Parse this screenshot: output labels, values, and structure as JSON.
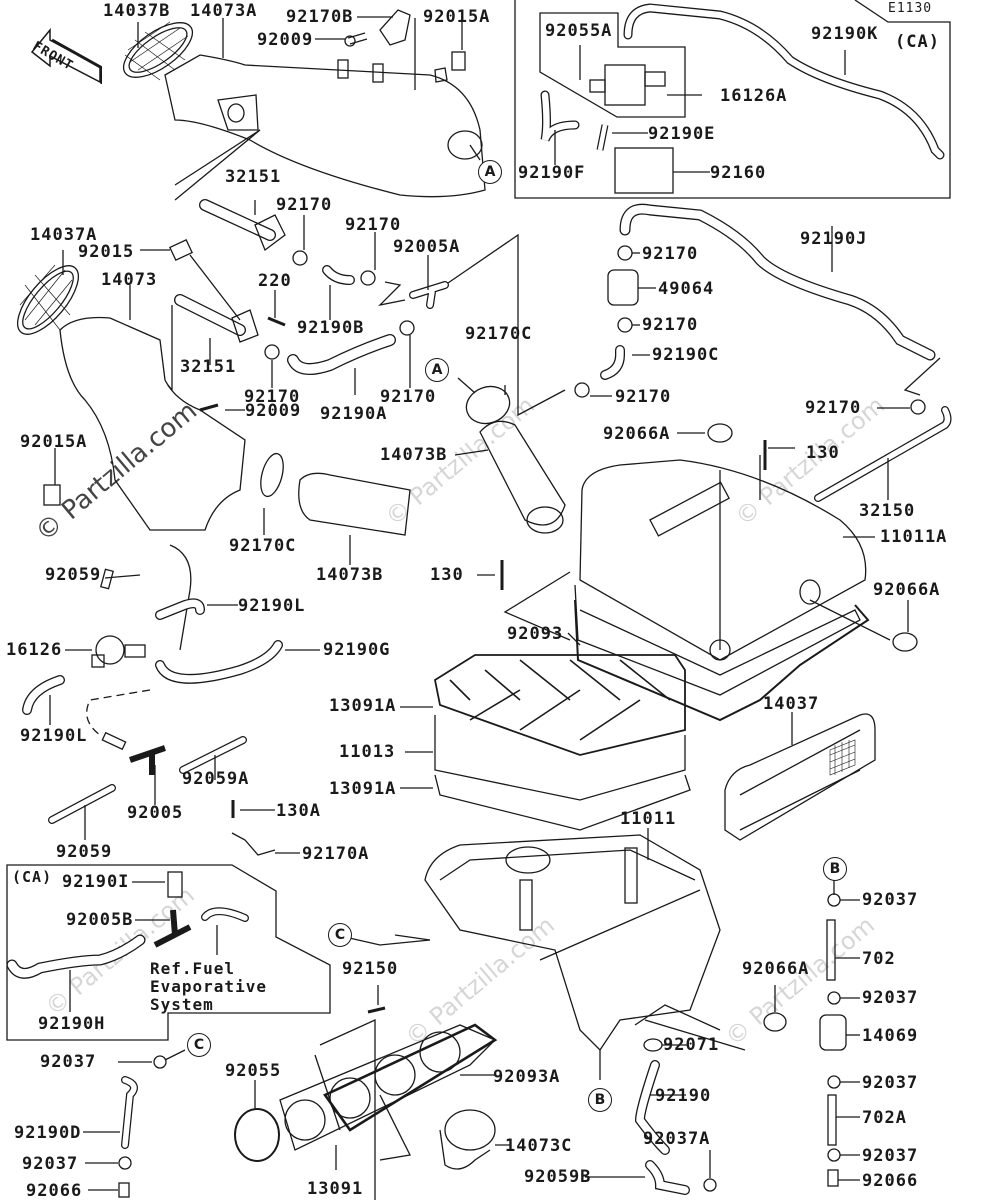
{
  "diagram": {
    "code": "E1130",
    "front_label": "FRONT",
    "watermark": "© Partzilla.com",
    "ca_box_top": "(CA)",
    "ca_box_bottom": "(CA)",
    "ref_note": "Ref.Fuel\nEvaporative\nSystem",
    "refs": {
      "A": "A",
      "B": "B",
      "C": "C"
    },
    "labels": {
      "p14037B": "14037B",
      "p14073A": "14073A",
      "p92170B": "92170B",
      "p92009a": "92009",
      "p92015A": "92015A",
      "p92055A": "92055A",
      "p92190K": "92190K",
      "p16126A": "16126A",
      "p92190E": "92190E",
      "p92190F": "92190F",
      "p92160": "92160",
      "p32151a": "32151",
      "p92170a": "92170",
      "p92170b": "92170",
      "p14037A": "14037A",
      "p92015": "92015",
      "p92005A": "92005A",
      "p14073": "14073",
      "p220": "220",
      "p92190B": "92190B",
      "p92170C": "92170C",
      "p32151b": "32151",
      "p92170c": "92170",
      "p92170d": "92170",
      "p92190A": "92190A",
      "p92009b": "92009",
      "p92190J": "92190J",
      "p92170e": "92170",
      "p49064": "49064",
      "p92170f": "92170",
      "p92190C": "92190C",
      "p92170g": "92170",
      "p92170h": "92170",
      "p92015A2": "92015A",
      "p14073B1": "14073B",
      "p92066A1": "92066A",
      "p130a": "130",
      "p32150": "32150",
      "p11011A": "11011A",
      "p92170C2": "92170C",
      "p14073B2": "14073B",
      "p130b": "130",
      "p92066A2": "92066A",
      "p92059a": "92059",
      "p92190L1": "92190L",
      "p92093": "92093",
      "p16126": "16126",
      "p92190G": "92190G",
      "p13091A1": "13091A",
      "p92190L2": "92190L",
      "p11013": "11013",
      "p14037": "14037",
      "p13091A2": "13091A",
      "p92005": "92005",
      "p92059A": "92059A",
      "p130A": "130A",
      "p92059b": "92059",
      "p92170A": "92170A",
      "p11011": "11011",
      "p92190I": "92190I",
      "p92005B": "92005B",
      "p92037a": "92037",
      "p92190H": "92190H",
      "p92150": "92150",
      "p92066A3": "92066A",
      "p702": "702",
      "p92037b": "92037",
      "p14069": "14069",
      "p92037c": "92037",
      "p92055": "92055",
      "p92093A": "92093A",
      "p92071": "92071",
      "p92190": "92190",
      "p92037d": "92037",
      "p702A": "702A",
      "p92190D": "92190D",
      "p14073C": "14073C",
      "p92037A": "92037A",
      "p92037e": "92037",
      "p92037f": "92037",
      "p92059B": "92059B",
      "p13091": "13091",
      "p92066a": "92066",
      "p92066b": "92066"
    }
  }
}
